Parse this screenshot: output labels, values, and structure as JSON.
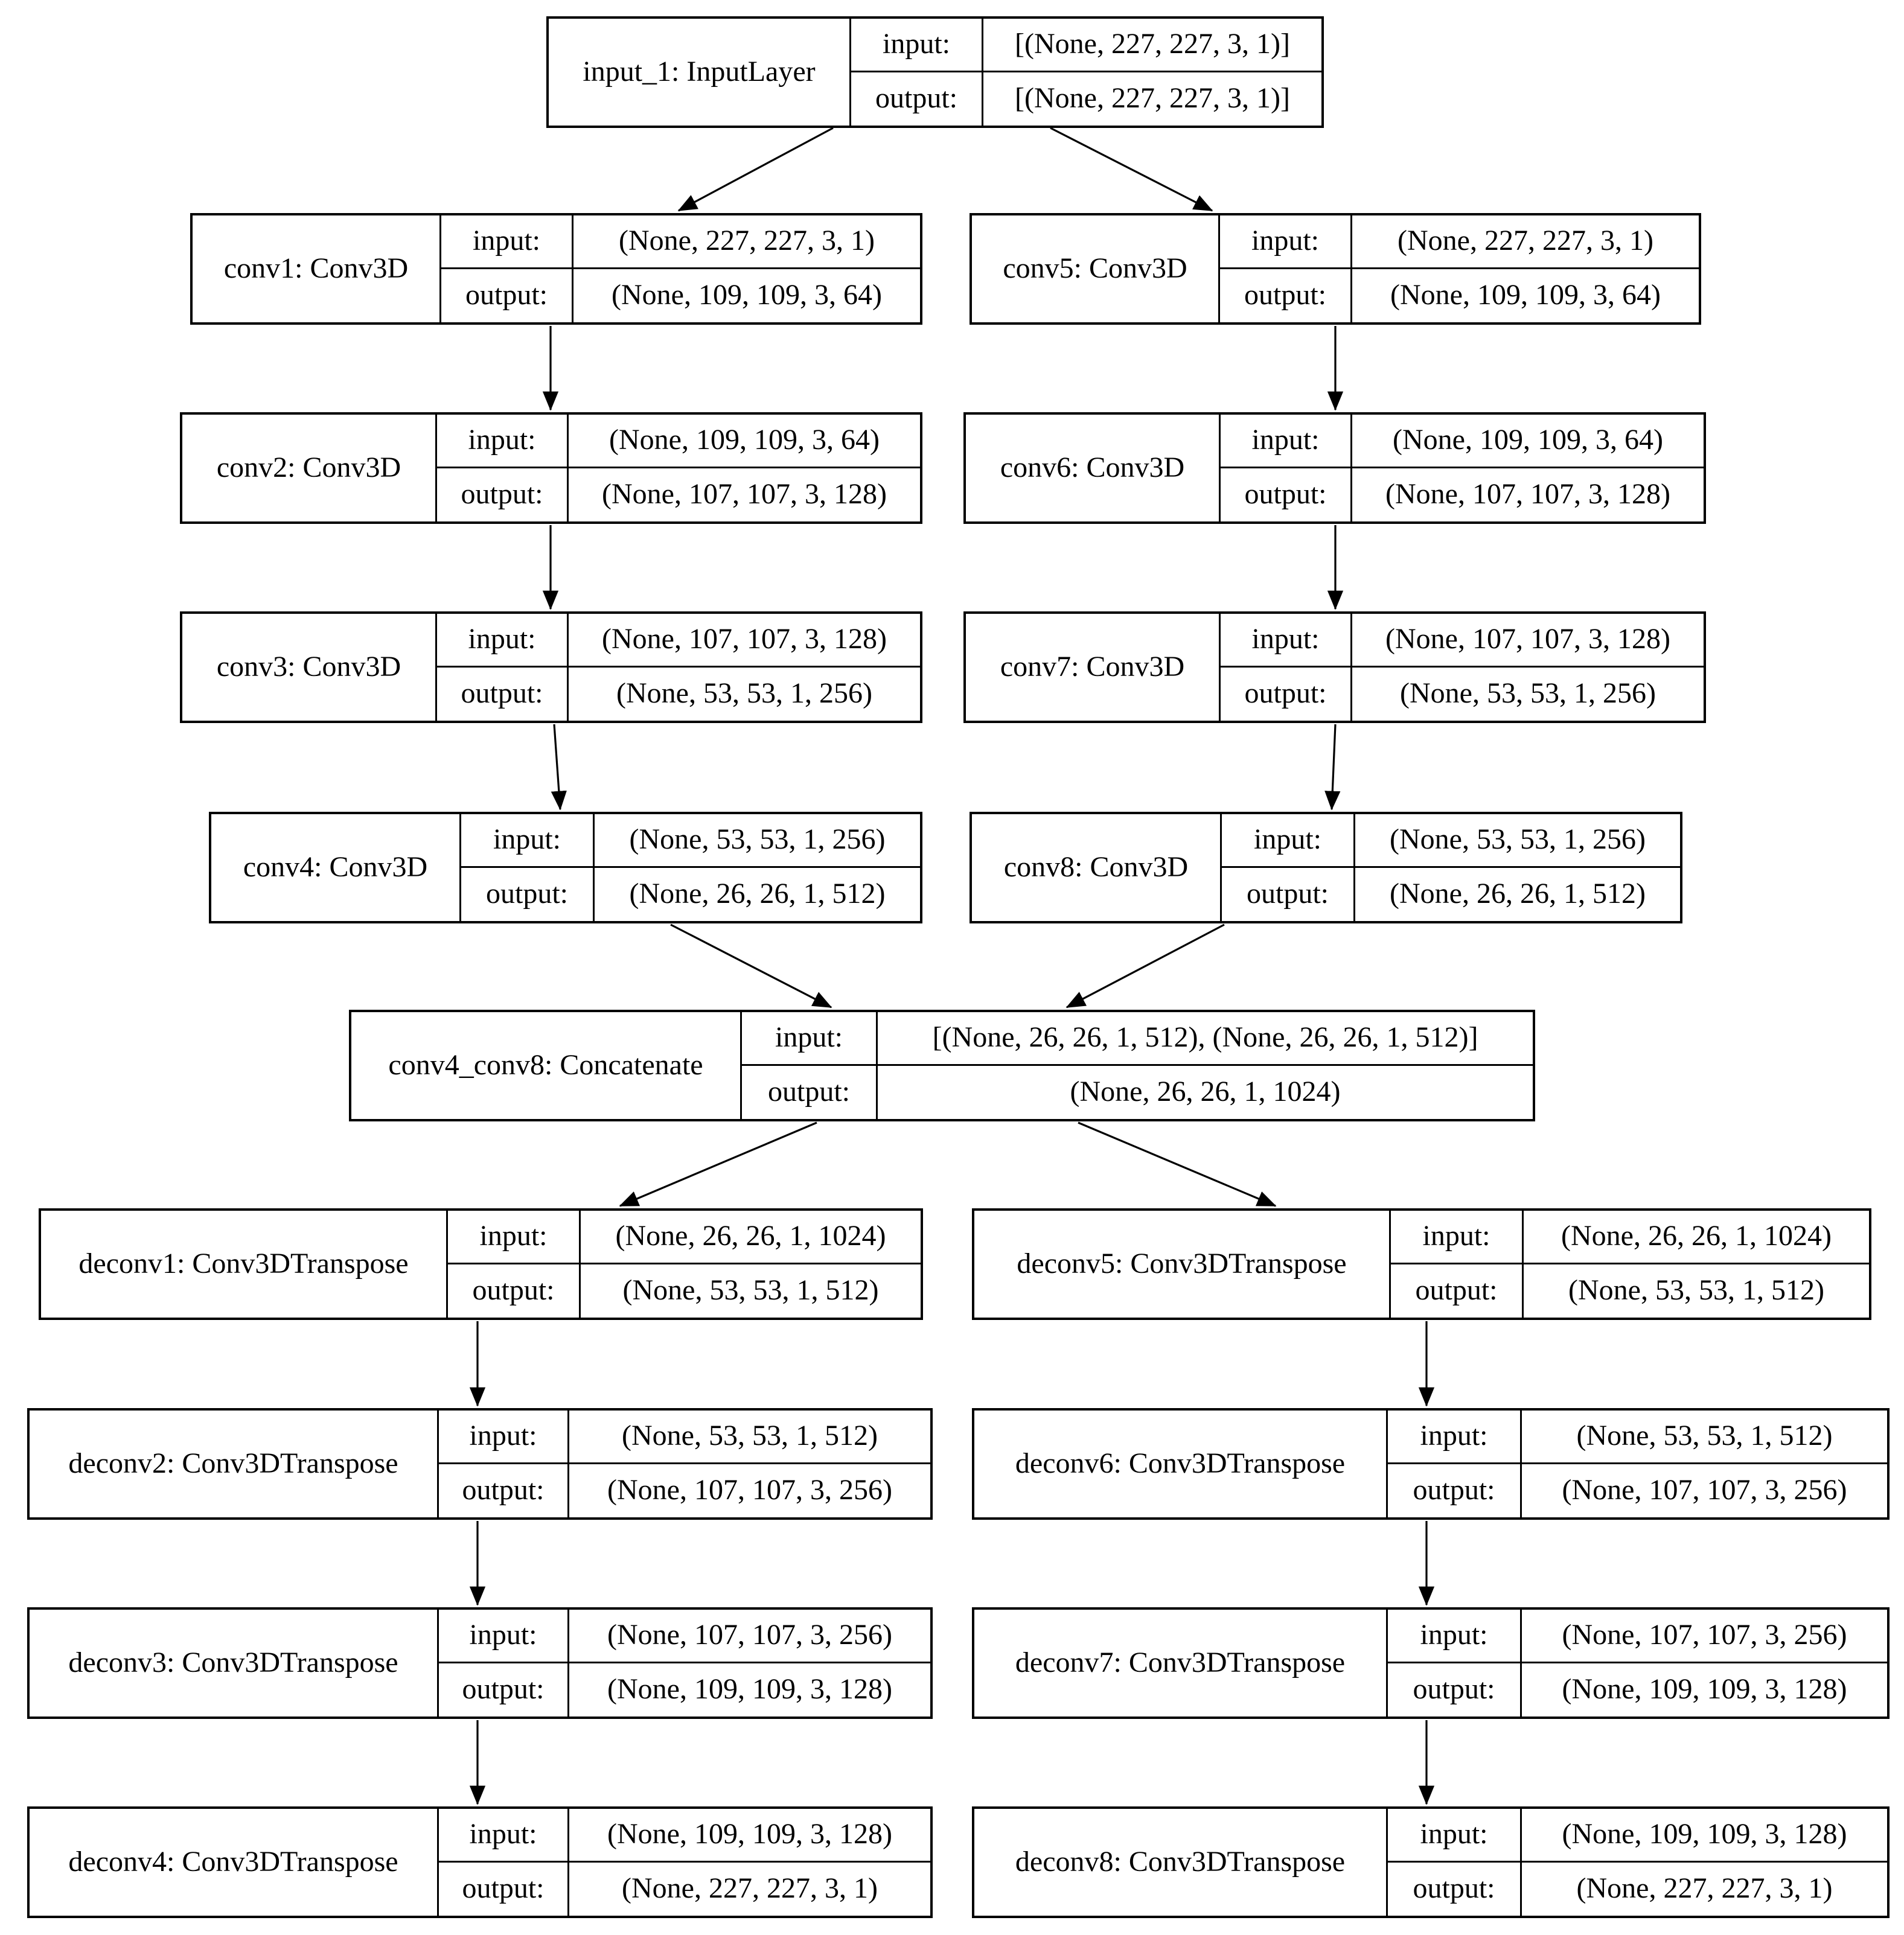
{
  "diagram": {
    "kind": "keras-model-plot",
    "labels": {
      "input": "input:",
      "output": "output:"
    },
    "colors": {
      "background": "#ffffff",
      "border": "#000000",
      "text": "#000000",
      "edge": "#000000"
    },
    "nodes": [
      {
        "id": "input_1",
        "title": "input_1: InputLayer",
        "input_shape": "[(None, 227, 227, 3, 1)]",
        "output_shape": "[(None, 227, 227, 3, 1)]"
      },
      {
        "id": "conv1",
        "title": "conv1: Conv3D",
        "input_shape": "(None, 227, 227, 3, 1)",
        "output_shape": "(None, 109, 109, 3, 64)"
      },
      {
        "id": "conv5",
        "title": "conv5: Conv3D",
        "input_shape": "(None, 227, 227, 3, 1)",
        "output_shape": "(None, 109, 109, 3, 64)"
      },
      {
        "id": "conv2",
        "title": "conv2: Conv3D",
        "input_shape": "(None, 109, 109, 3, 64)",
        "output_shape": "(None, 107, 107, 3, 128)"
      },
      {
        "id": "conv6",
        "title": "conv6: Conv3D",
        "input_shape": "(None, 109, 109, 3, 64)",
        "output_shape": "(None, 107, 107, 3, 128)"
      },
      {
        "id": "conv3",
        "title": "conv3: Conv3D",
        "input_shape": "(None, 107, 107, 3, 128)",
        "output_shape": "(None, 53, 53, 1, 256)"
      },
      {
        "id": "conv7",
        "title": "conv7: Conv3D",
        "input_shape": "(None, 107, 107, 3, 128)",
        "output_shape": "(None, 53, 53, 1, 256)"
      },
      {
        "id": "conv4",
        "title": "conv4: Conv3D",
        "input_shape": "(None, 53, 53, 1, 256)",
        "output_shape": "(None, 26, 26, 1, 512)"
      },
      {
        "id": "conv8",
        "title": "conv8: Conv3D",
        "input_shape": "(None, 53, 53, 1, 256)",
        "output_shape": "(None, 26, 26, 1, 512)"
      },
      {
        "id": "conv4_conv8",
        "title": "conv4_conv8: Concatenate",
        "input_shape": "[(None, 26, 26, 1, 512), (None, 26, 26, 1, 512)]",
        "output_shape": "(None, 26, 26, 1, 1024)"
      },
      {
        "id": "deconv1",
        "title": "deconv1: Conv3DTranspose",
        "input_shape": "(None, 26, 26, 1, 1024)",
        "output_shape": "(None, 53, 53, 1, 512)"
      },
      {
        "id": "deconv5",
        "title": "deconv5: Conv3DTranspose",
        "input_shape": "(None, 26, 26, 1, 1024)",
        "output_shape": "(None, 53, 53, 1, 512)"
      },
      {
        "id": "deconv2",
        "title": "deconv2: Conv3DTranspose",
        "input_shape": "(None, 53, 53, 1, 512)",
        "output_shape": "(None, 107, 107, 3, 256)"
      },
      {
        "id": "deconv6",
        "title": "deconv6: Conv3DTranspose",
        "input_shape": "(None, 53, 53, 1, 512)",
        "output_shape": "(None, 107, 107, 3, 256)"
      },
      {
        "id": "deconv3",
        "title": "deconv3: Conv3DTranspose",
        "input_shape": "(None, 107, 107, 3, 256)",
        "output_shape": "(None, 109, 109, 3, 128)"
      },
      {
        "id": "deconv7",
        "title": "deconv7: Conv3DTranspose",
        "input_shape": "(None, 107, 107, 3, 256)",
        "output_shape": "(None, 109, 109, 3, 128)"
      },
      {
        "id": "deconv4",
        "title": "deconv4: Conv3DTranspose",
        "input_shape": "(None, 109, 109, 3, 128)",
        "output_shape": "(None, 227, 227, 3, 1)"
      },
      {
        "id": "deconv8",
        "title": "deconv8: Conv3DTranspose",
        "input_shape": "(None, 109, 109, 3, 128)",
        "output_shape": "(None, 227, 227, 3, 1)"
      }
    ],
    "edges": [
      {
        "from": "input_1",
        "to": "conv1"
      },
      {
        "from": "input_1",
        "to": "conv5"
      },
      {
        "from": "conv1",
        "to": "conv2"
      },
      {
        "from": "conv5",
        "to": "conv6"
      },
      {
        "from": "conv2",
        "to": "conv3"
      },
      {
        "from": "conv6",
        "to": "conv7"
      },
      {
        "from": "conv3",
        "to": "conv4"
      },
      {
        "from": "conv7",
        "to": "conv8"
      },
      {
        "from": "conv4",
        "to": "conv4_conv8"
      },
      {
        "from": "conv8",
        "to": "conv4_conv8"
      },
      {
        "from": "conv4_conv8",
        "to": "deconv1"
      },
      {
        "from": "conv4_conv8",
        "to": "deconv5"
      },
      {
        "from": "deconv1",
        "to": "deconv2"
      },
      {
        "from": "deconv5",
        "to": "deconv6"
      },
      {
        "from": "deconv2",
        "to": "deconv3"
      },
      {
        "from": "deconv6",
        "to": "deconv7"
      },
      {
        "from": "deconv3",
        "to": "deconv4"
      },
      {
        "from": "deconv7",
        "to": "deconv8"
      }
    ]
  }
}
